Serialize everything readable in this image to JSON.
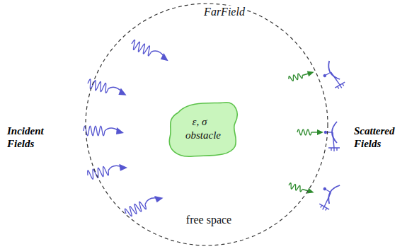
{
  "diagram": {
    "nodes": [
      {
        "text": [
          "FarField",
          "free space"
        ]
      },
      {
        "text": [
          "ε, σ",
          "obstacle"
        ],
        "in": 0
      }
    ],
    "labels": [
      "Incident Fields",
      "Scattered Fields"
    ]
  }
}
